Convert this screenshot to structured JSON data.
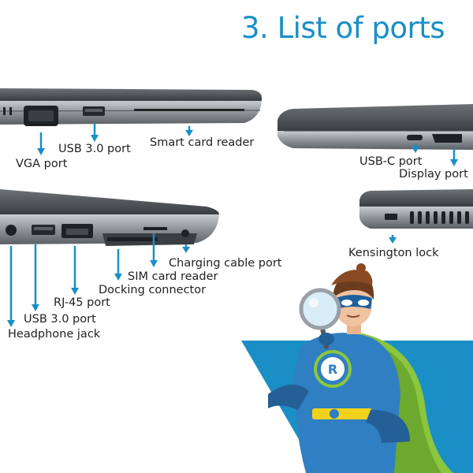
{
  "title": "3. List of ports",
  "labels": {
    "usb30_top": "USB 3.0 port",
    "smart_card": "Smart card reader",
    "vga": "VGA port",
    "usbc": "USB-C port",
    "display": "Display port",
    "kensington": "Kensington lock",
    "charging": "Charging cable port",
    "sim": "SIM card reader",
    "docking": "Docking connector",
    "rj45": "RJ-45 port",
    "usb30_bottom": "USB 3.0 port",
    "headphone": "Headphone jack"
  },
  "colors": {
    "accent": "#1a8fc5",
    "laptop_dark": "#2b2b2b",
    "laptop_silver": "#9ea3a8",
    "hero_blue": "#2f7fc2",
    "cape_green": "#8cc63f"
  },
  "icons": {
    "mascot": "recycling-superhero-mascot",
    "arrows": "down-arrow-icon"
  }
}
